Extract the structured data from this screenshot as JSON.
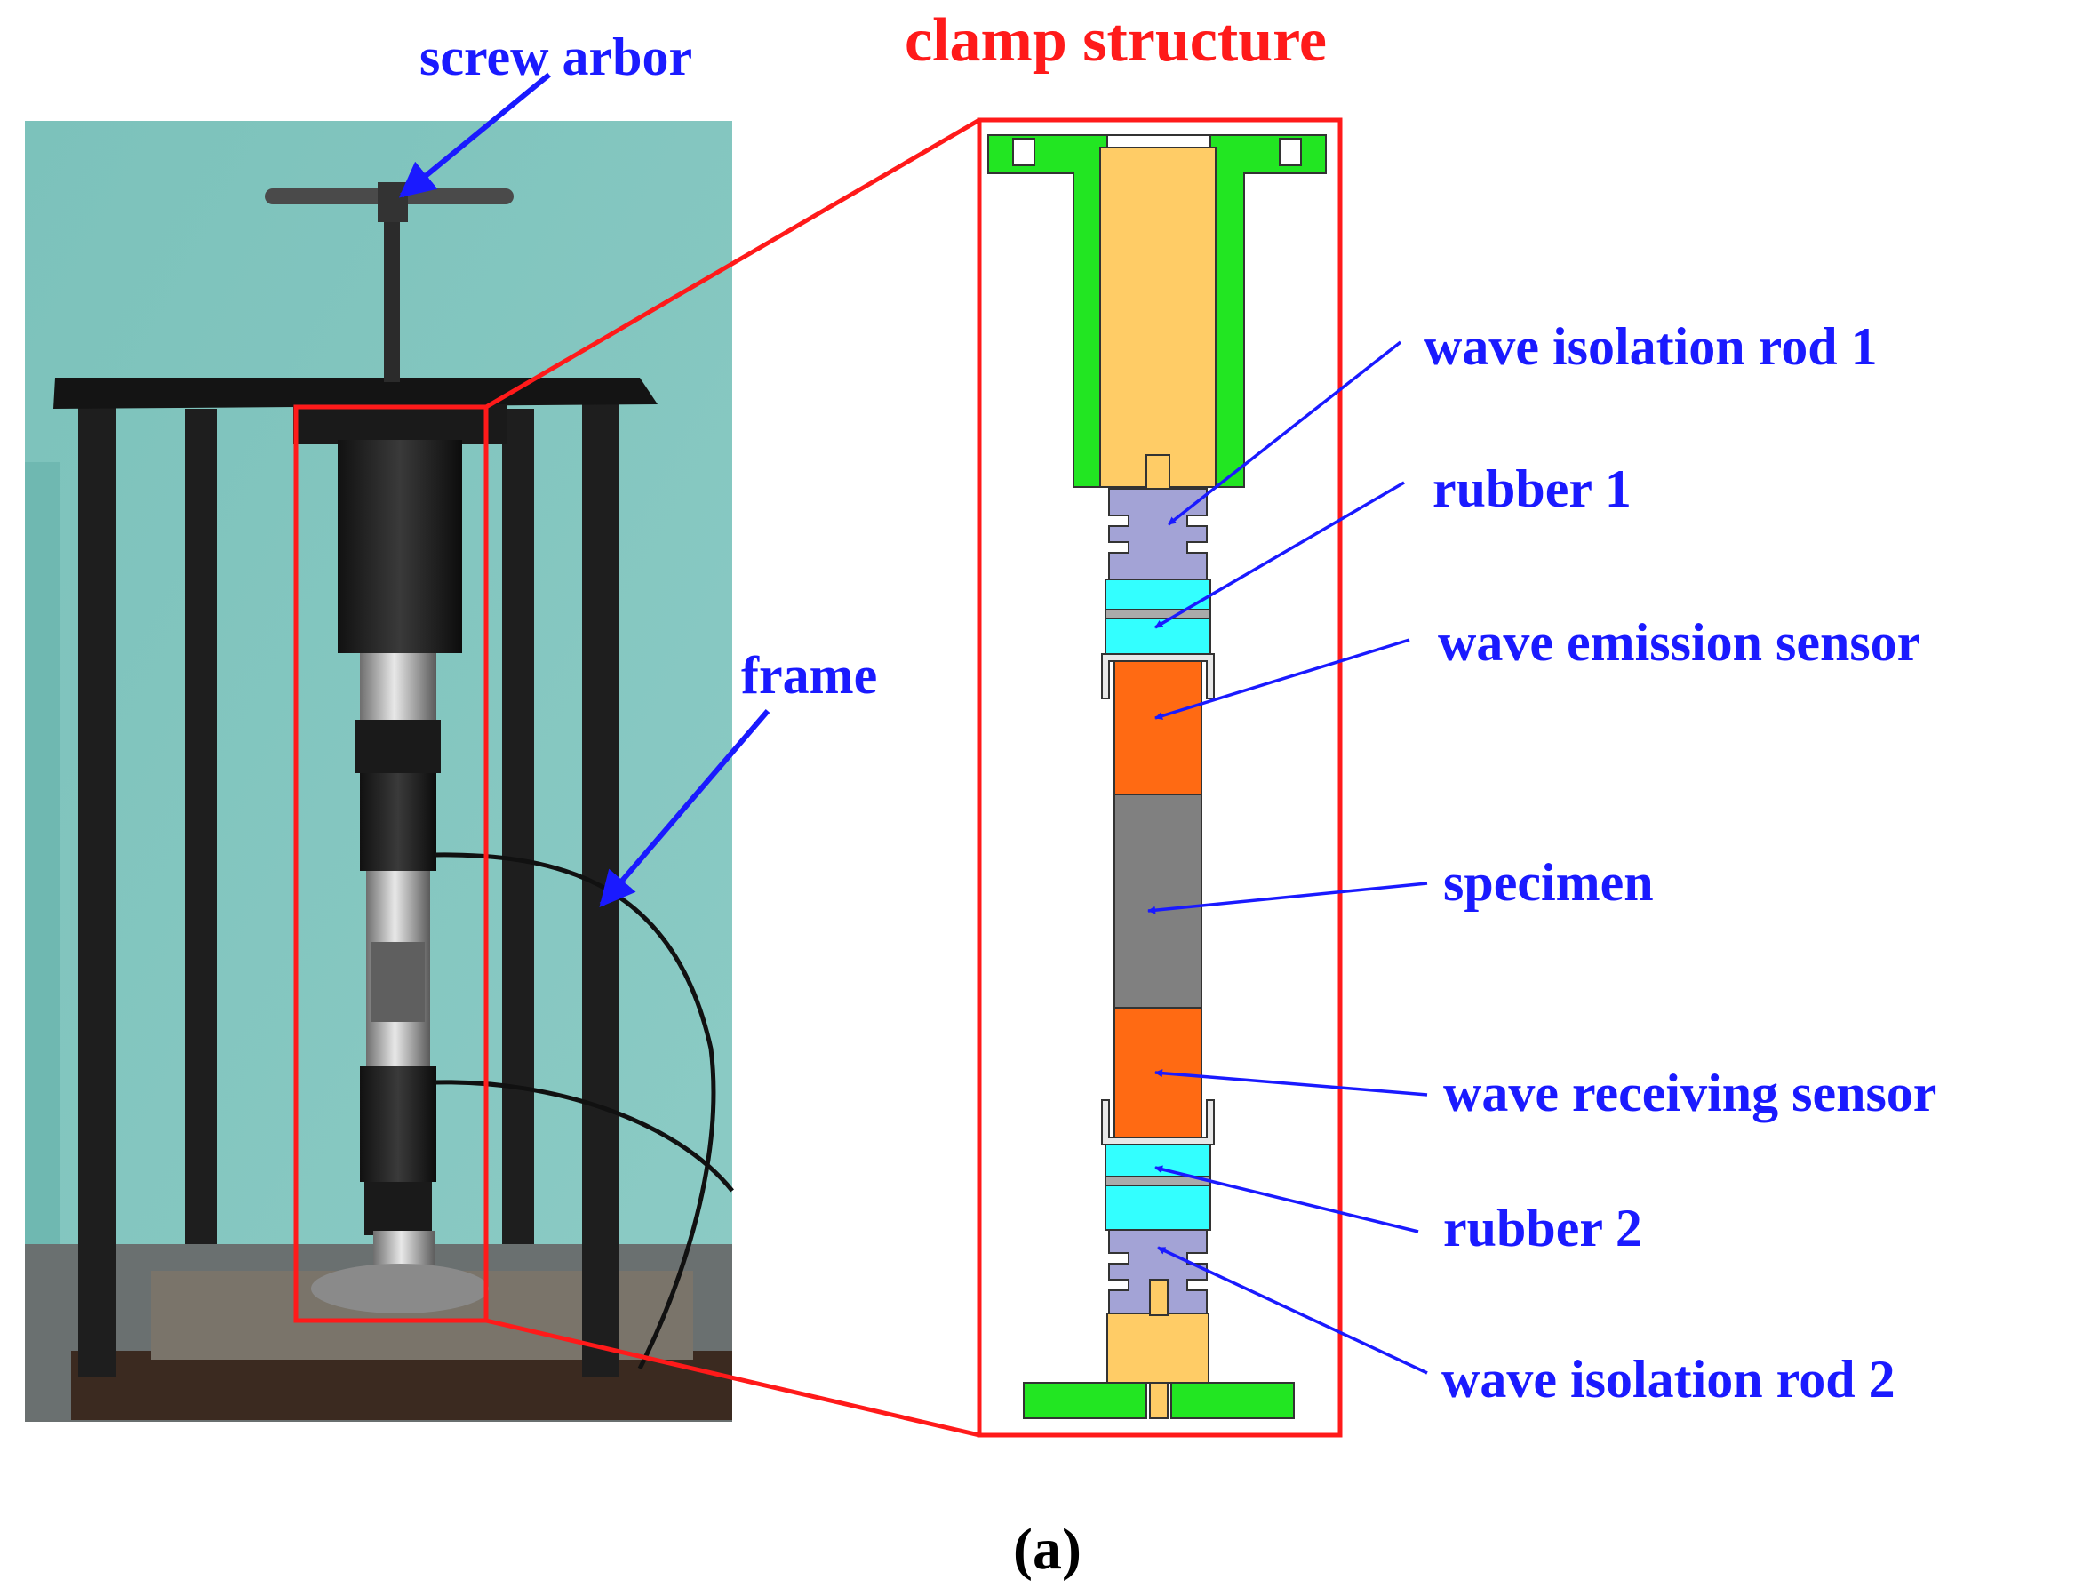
{
  "title": "clamp structure",
  "caption": "(a)",
  "colors": {
    "title": "#ff1a1a",
    "label": "#1a1aff",
    "arrow": "#1a1aff",
    "callout": "#ff1a1a",
    "flange": "#22e622",
    "yellow": "#ffcc66",
    "isolation": "#a3a3d6",
    "rubber": "#33ffff",
    "sensor": "#ff6a13",
    "specimen": "#808080",
    "wall": "#85c5be",
    "frame": "#1e1e1e"
  },
  "photo_labels": {
    "screw_arbor": "screw arbor",
    "frame": "frame"
  },
  "parts": [
    {
      "key": "iso1",
      "label": "wave isolation rod 1"
    },
    {
      "key": "rub1",
      "label": "rubber 1"
    },
    {
      "key": "emit",
      "label": "wave emission sensor"
    },
    {
      "key": "spec",
      "label": "specimen"
    },
    {
      "key": "recv",
      "label": "wave receiving sensor"
    },
    {
      "key": "rub2",
      "label": "rubber 2"
    },
    {
      "key": "iso2",
      "label": "wave isolation rod 2"
    }
  ]
}
